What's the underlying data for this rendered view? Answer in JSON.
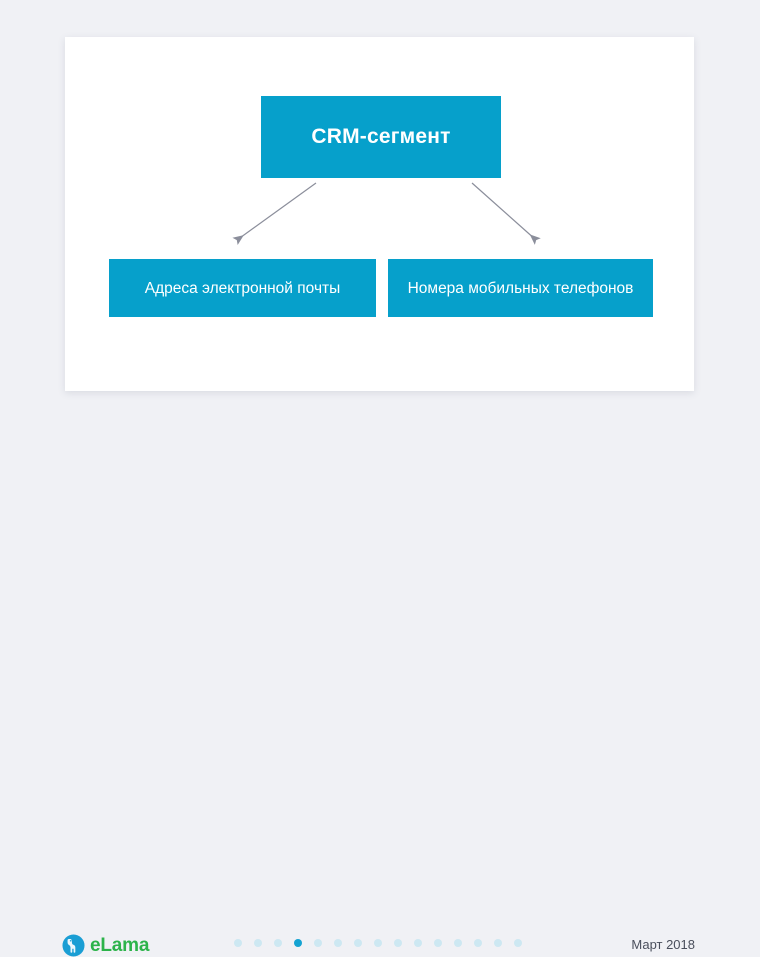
{
  "slide": {
    "background_color": "#f0f1f5",
    "card_color": "#ffffff"
  },
  "diagram": {
    "accent_color": "#06a0cb",
    "arrow_color": "#8b8e9b",
    "root": {
      "label": "CRM-сегмент"
    },
    "children": [
      {
        "label": "Адреса электронной почты"
      },
      {
        "label": "Номера мобильных телефонов"
      }
    ]
  },
  "footer": {
    "logo": {
      "text": "eLama",
      "text_color": "#2cb34a",
      "mark_color": "#1a9ed4",
      "icon": "llama-logo-icon"
    },
    "pagination": {
      "total": 15,
      "active_index": 4,
      "inactive_color": "#cde8f2",
      "active_color": "#14a3d2"
    },
    "date": "Март 2018"
  }
}
